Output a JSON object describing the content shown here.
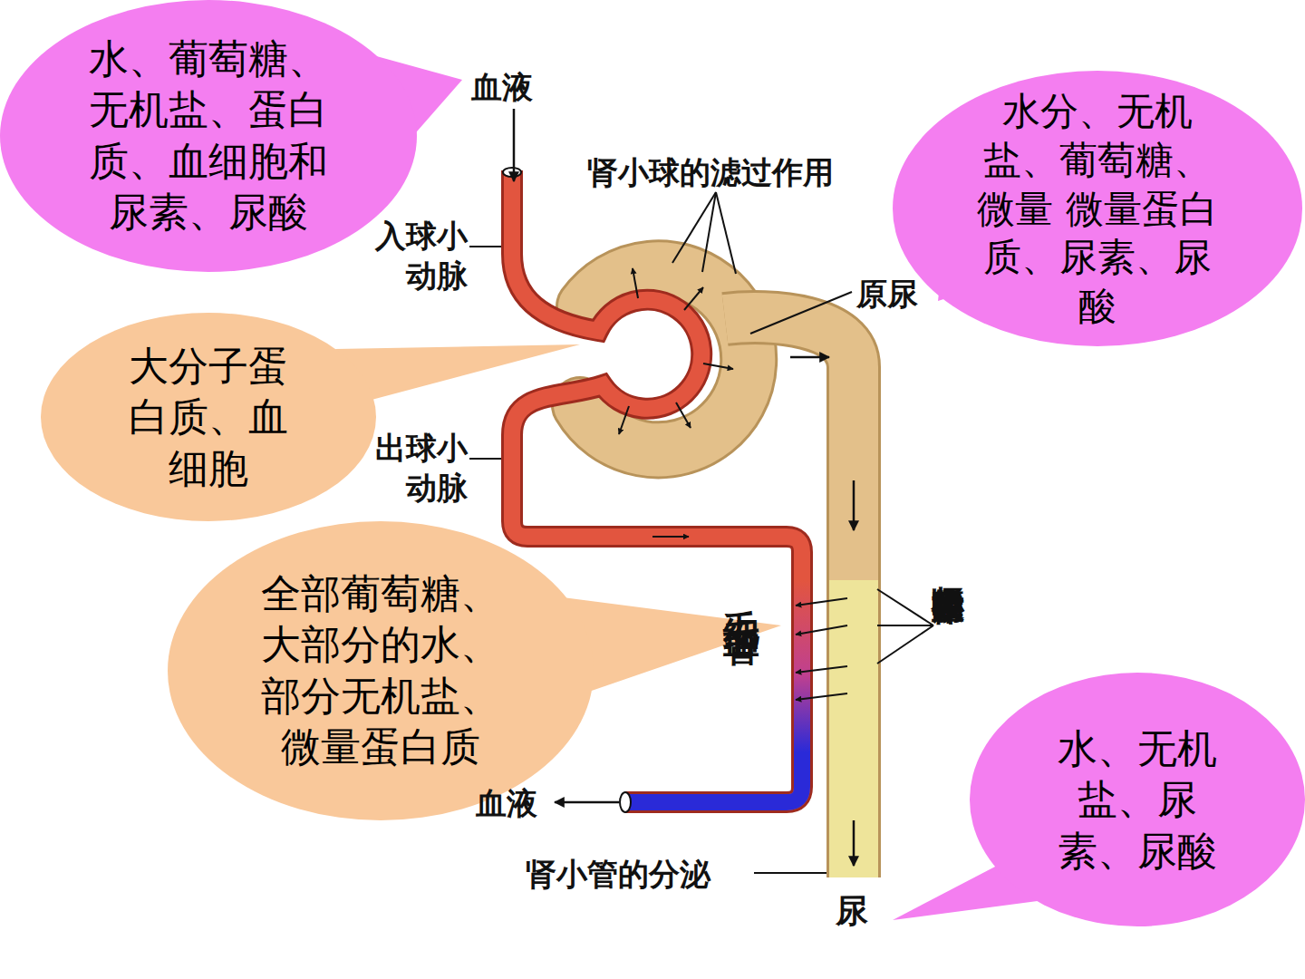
{
  "diagram": {
    "nodes": [
      {
        "text": [
          "水、葡萄糖、无机盐、蛋白质、血细胞和尿素、尿酸"
        ]
      },
      {
        "text": [
          "水分、无机盐、葡萄糖、微量 微量蛋白质、尿素、尿酸"
        ]
      },
      {
        "text": [
          "大分子蛋白质、血细胞"
        ]
      },
      {
        "text": [
          "全部葡萄糖、大部分的水、部分无机盐、微量蛋白质"
        ]
      },
      {
        "text": [
          "水、无机盐、尿素、尿酸"
        ]
      }
    ],
    "labels": [
      "血液",
      "肾小球的滤过作用",
      "入球小动脉",
      "原尿",
      "出球小动脉",
      "毛细血管",
      "肾小管的重吸收作用",
      "血液",
      "肾小管的分泌",
      "尿"
    ]
  }
}
